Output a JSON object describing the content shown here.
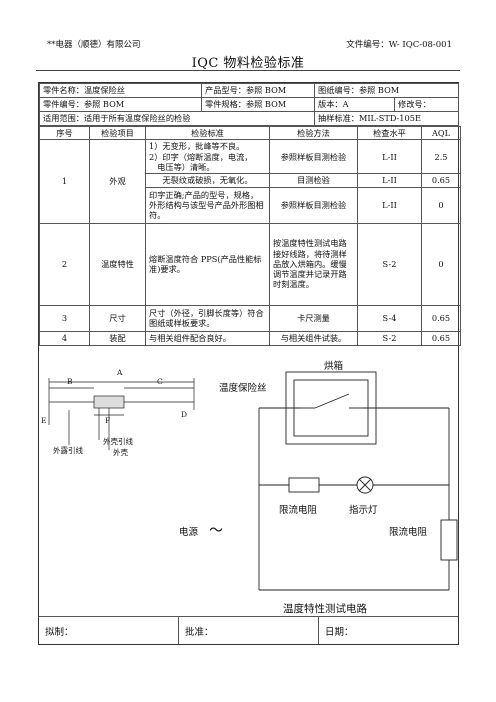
{
  "header": {
    "company": "**电器（顺德）有限公司",
    "doc_no": "文件编号：W- IQC-08-001",
    "title": "IQC 物料检验标准"
  },
  "info": {
    "part_name": "零件名称：温度保险丝",
    "product_model": "产品型号：参照 BOM",
    "drawing_no": "图纸编号：参照 BOM",
    "part_no": "零件编号：参照 BOM",
    "part_spec": "零件规格：参照 BOM",
    "version": "版本：A",
    "revision": "修改号：",
    "scope": "适用范围：适用于所有温度保险丝的检验",
    "sampling": "抽样标准：MIL-STD-105E"
  },
  "table": {
    "headers": [
      "序号",
      "检验项目",
      "检验标准",
      "检验方法",
      "检查水平",
      "AQL"
    ],
    "rows": [
      {
        "no": "1",
        "item": "外观",
        "subs": [
          {
            "std": "1）无变形，批峰等不良。\n2）印字（熔断温度，电流，\n　电压等）清晰。",
            "method": "参照样板目测检验",
            "level": "L-II",
            "aql": "2.5"
          },
          {
            "std": "无裂纹或破损，无氧化。",
            "method": "目测检验",
            "level": "L-II",
            "aql": "0.65"
          },
          {
            "std": "印字正确;产品的型号，规格，外形结构与该型号产品外形图相符。",
            "method": "参照样板目测检验",
            "level": "L-II",
            "aql": "0"
          }
        ]
      },
      {
        "no": "2",
        "item": "温度特性",
        "std": "熔断温度符合 PPS(产品性能标准)要求。",
        "method": "按温度特性测试电路接好线路，将待测样品放入烘箱内。缓慢调节温度并记录开路时刻温度。",
        "level": "S-2",
        "aql": "0"
      },
      {
        "no": "3",
        "item": "尺寸",
        "std": "尺寸（外径，引脚长度等）符合图纸或样板要求。",
        "method": "卡尺测量",
        "level": "S-4",
        "aql": "0.65"
      },
      {
        "no": "4",
        "item": "装配",
        "std": "与相关组件配合良好。",
        "method": "与相关组件试装。",
        "level": "S-2",
        "aql": "0.65"
      }
    ]
  },
  "diagram": {
    "fuse_label": "温度保险丝",
    "oven_label": "烘箱",
    "resistor1": "限流电阻",
    "lamp": "指示灯",
    "power": "电源",
    "resistor2": "限流电阻",
    "caption": "温度特性测试电路",
    "dim_a": "A",
    "dim_b": "B",
    "dim_c": "C",
    "dim_d": "D",
    "dim_e": "E",
    "dim_f": "F",
    "outer_lead": "外壳引线",
    "outer_shell": "外壳",
    "exposed_lead": "外露引线"
  },
  "sign": {
    "drafted": "拟制：",
    "approved": "批准：",
    "date": "日期："
  }
}
